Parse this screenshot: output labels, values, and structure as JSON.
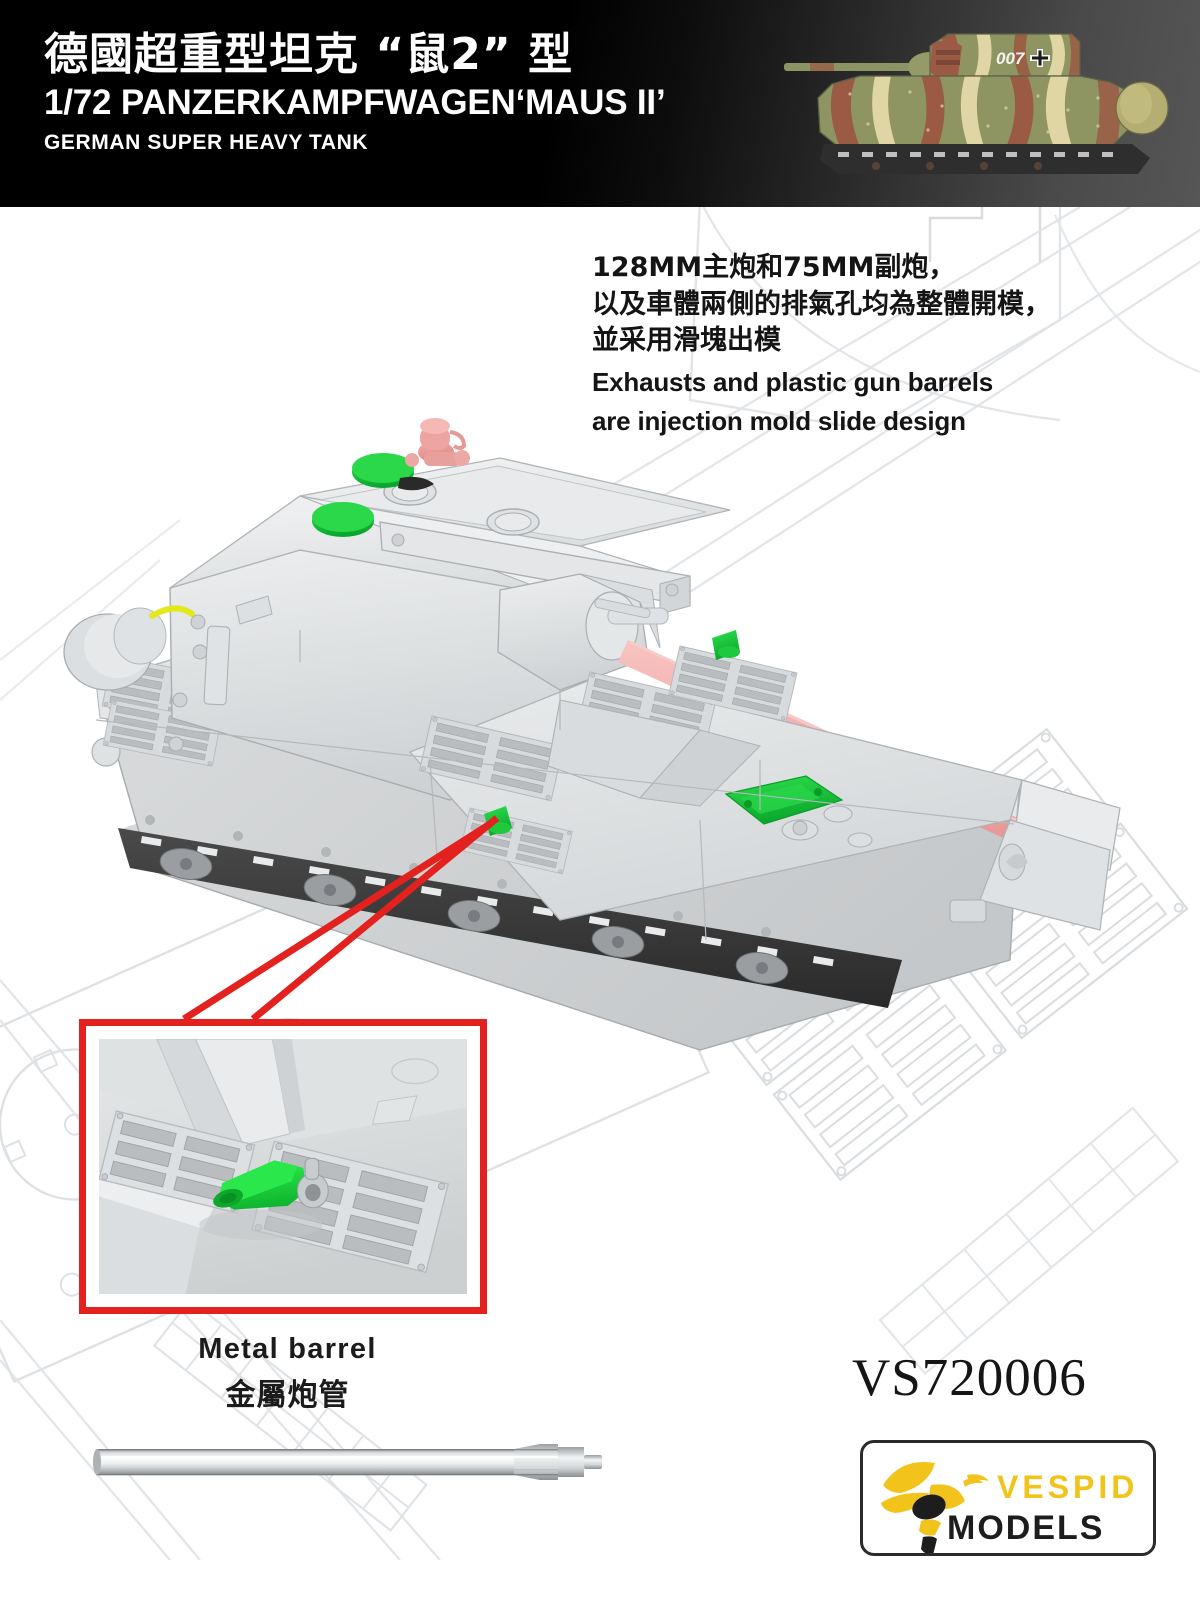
{
  "header": {
    "title_cn": "德國超重型坦克 “鼠2” 型",
    "title_en": "1/72 PANZERKAMPFWAGEN‘MAUS II’",
    "subtitle_en": "GERMAN SUPER HEAVY TANK",
    "art": {
      "name": "maus-ii-camouflage-side-view",
      "turret_number": "007",
      "insignia": "balkenkreuz",
      "camo_colors": {
        "base_green": "#8c9260",
        "dark_yellow": "#e0d5a4",
        "red_brown": "#9a5a44",
        "track": "#2f2f2f"
      }
    },
    "background_gradient": [
      "#000000",
      "#565656"
    ]
  },
  "feature_text": {
    "cn_lines": [
      "128MM主炮和75MM副炮，",
      "以及車體兩側的排氣孔均為整體開模，",
      "並采用滑塊出模"
    ],
    "en_lines": [
      "Exhausts and plastic gun barrels",
      "are injection mold slide design"
    ]
  },
  "render": {
    "name": "maus-ii-3d-render",
    "description": "Grey plastic 3D render of Panzerkampfwagen Maus II super heavy tank, three-quarter view",
    "highlight_colors": {
      "plastic_grey": "#e3e5e6",
      "barrel_pink": "#f0a8a5",
      "part_green": "#17c636",
      "part_yellow": "#e2e81c",
      "track_dark": "#3a3a3a"
    },
    "highlighted_parts": [
      "turret-hatch-green-1",
      "turret-hatch-green-2",
      "commander-cupola-pink",
      "main-gun-barrel-pink",
      "hull-exhaust-vent-green",
      "engine-deck-hatch-green",
      "turret-rear-ring-yellow"
    ]
  },
  "callout": {
    "accent_color": "#e3211e",
    "target_part": "hull-side-exhaust-vent-green",
    "inset": {
      "name": "exhaust-vent-closeup",
      "description": "Close-up photo of green exhaust vent part fitted into the grille deck"
    }
  },
  "metal_barrel": {
    "label_en": "Metal barrel",
    "label_cn": "金屬炮管",
    "part_name": "turned-metal-gun-barrel",
    "color": "#c9cdd0"
  },
  "product": {
    "code": "VS720006",
    "brand_primary": "VESPID",
    "brand_secondary": "MODELS",
    "brand_accent": "#f2c31b",
    "brand_dark": "#1d1d1d",
    "logo_mark": "wasp-icon"
  }
}
